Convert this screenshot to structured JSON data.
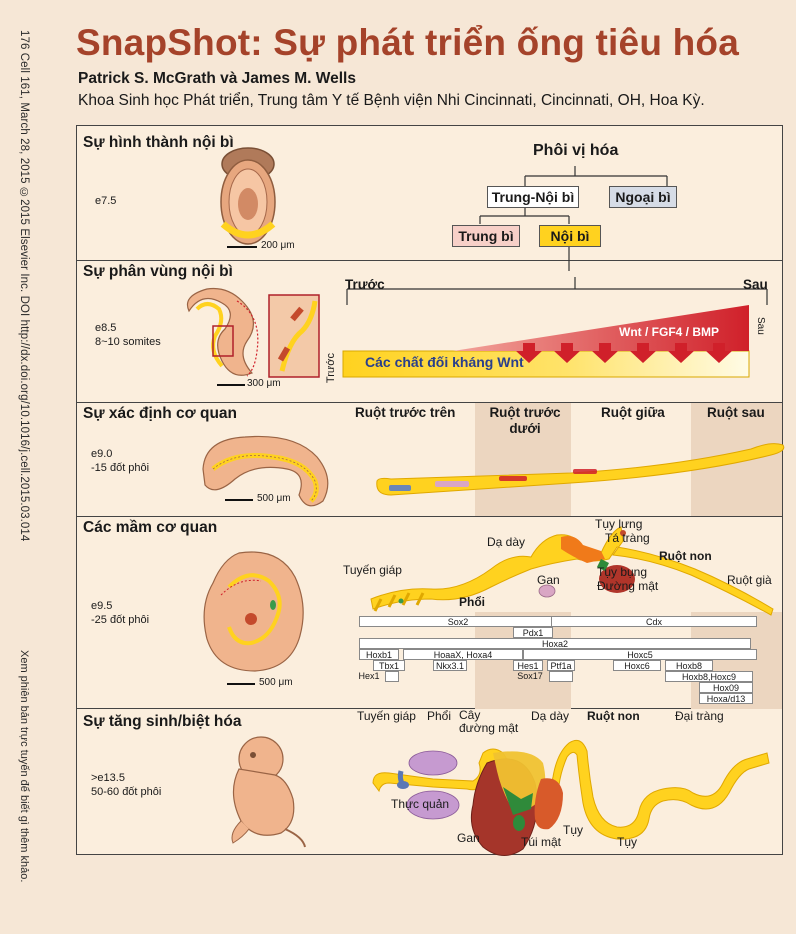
{
  "side_text": "176 Cell 161, March 28, 2015 ©2015 Elsevier Inc. DOI http://dx.doi.org/10.1016/j.cell.2015.03.014",
  "side_note": "Xem phiên bản trực tuyến để biết gì thêm khảo.",
  "title": "SnapShot: Sự phát triển ống tiêu hóa",
  "authors": "Patrick S. McGrath và James M. Wells",
  "affiliation": "Khoa Sinh học Phát triển, Trung tâm Y tế Bệnh viện Nhi Cincinnati, Cincinnati, OH, Hoa Kỳ.",
  "colors": {
    "title": "#a5432a",
    "endoderm": "#ffd21f",
    "signal_red": "#d0202a",
    "shade": "#ecd6c0"
  },
  "sections": {
    "s1": {
      "title": "Sự hình thành nội bì",
      "stage": "e7.5",
      "scale": "200 μm",
      "gastrulation": "Phôi vị hóa",
      "mesendoderm": "Trung-Nội bì",
      "ectoderm": "Ngoại bì",
      "mesoderm": "Trung bì",
      "endoderm": "Nội bì"
    },
    "s2": {
      "title": "Sự phân vùng nội bì",
      "stage_line1": "e8.5",
      "stage_line2": "8~10 somites",
      "scale": "300 μm",
      "anterior": "Trước",
      "posterior": "Sau",
      "signal": "Wnt / FGF4 / BMP",
      "antagonist": "Các chất đối kháng Wnt",
      "left_axis": "Trước",
      "right_axis": "Sau"
    },
    "s3": {
      "title": "Sự xác định cơ quan",
      "stage_line1": "e9.0",
      "stage_line2": "-15 đốt phôi",
      "scale": "500 μm",
      "regions": [
        "Ruột trước trên",
        "Ruột trước dưới",
        "Ruột giữa",
        "Ruột sau"
      ]
    },
    "s4": {
      "title": "Các mầm cơ quan",
      "stage_line1": "e9.5",
      "stage_line2": "-25 đốt phôi",
      "scale": "500 μm",
      "labels": {
        "thyroid": "Tuyến giáp",
        "lung": "Phổi",
        "stomach": "Dạ dày",
        "dorsal_pancreas": "Tụy lưng",
        "duodenum": "Tá tràng",
        "small_intestine": "Ruột non",
        "liver": "Gan",
        "ventral_pancreas": "Tụy bụng",
        "bile_duct": "Đường mật",
        "large_intestine": "Ruột già"
      },
      "genes": [
        "Sox2",
        "Cdx",
        "Pdx1",
        "Hoxa2",
        "Hoxb1",
        "HoaaX, Hoxa4",
        "Hoxc5",
        "Tbx1",
        "Nkx3.1",
        "Hes1",
        "Ptf1a",
        "Hoxc6",
        "Hoxb8",
        "Hex1",
        "Sox17",
        "Hoxb8,Hoxc9",
        "Hox09",
        "Hoxa/d13"
      ]
    },
    "s5": {
      "title": "Sự tăng sinh/biệt hóa",
      "stage_line1": ">e13.5",
      "stage_line2": "50-60 đốt phôi",
      "labels": {
        "thyroid": "Tuyến giáp",
        "lung": "Phổi",
        "biliary_tree": "Cây đường mật",
        "stomach": "Dạ dày",
        "small_intestine": "Ruột non",
        "colon": "Đại tràng",
        "esophagus": "Thực quản",
        "liver": "Gan",
        "pancreas": "Tụy",
        "gallbladder": "Túi mật",
        "pancreas2": "Tụy"
      }
    }
  }
}
